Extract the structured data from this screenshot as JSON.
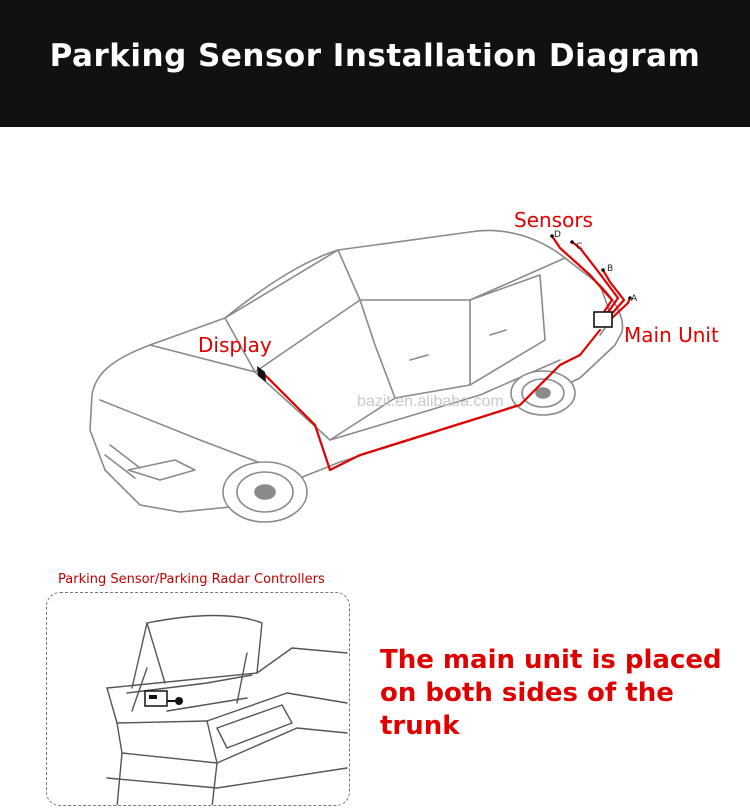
{
  "header": {
    "title": "Parking Sensor Installation Diagram"
  },
  "labels": {
    "sensors": "Sensors",
    "display": "Display",
    "main_unit": "Main Unit"
  },
  "sensor_points": [
    "A",
    "B",
    "C",
    "D"
  ],
  "watermark": "bazit.en.alibaba.com",
  "box_title": "Parking Sensor/Parking Radar Controllers",
  "bottom_text": {
    "line1": "The main unit is placed",
    "line2": "on both sides of the trunk"
  },
  "colors": {
    "header_bg": "#111111",
    "accent": "#e00000",
    "wire": "#e00000",
    "outline": "#8a8a8a"
  }
}
